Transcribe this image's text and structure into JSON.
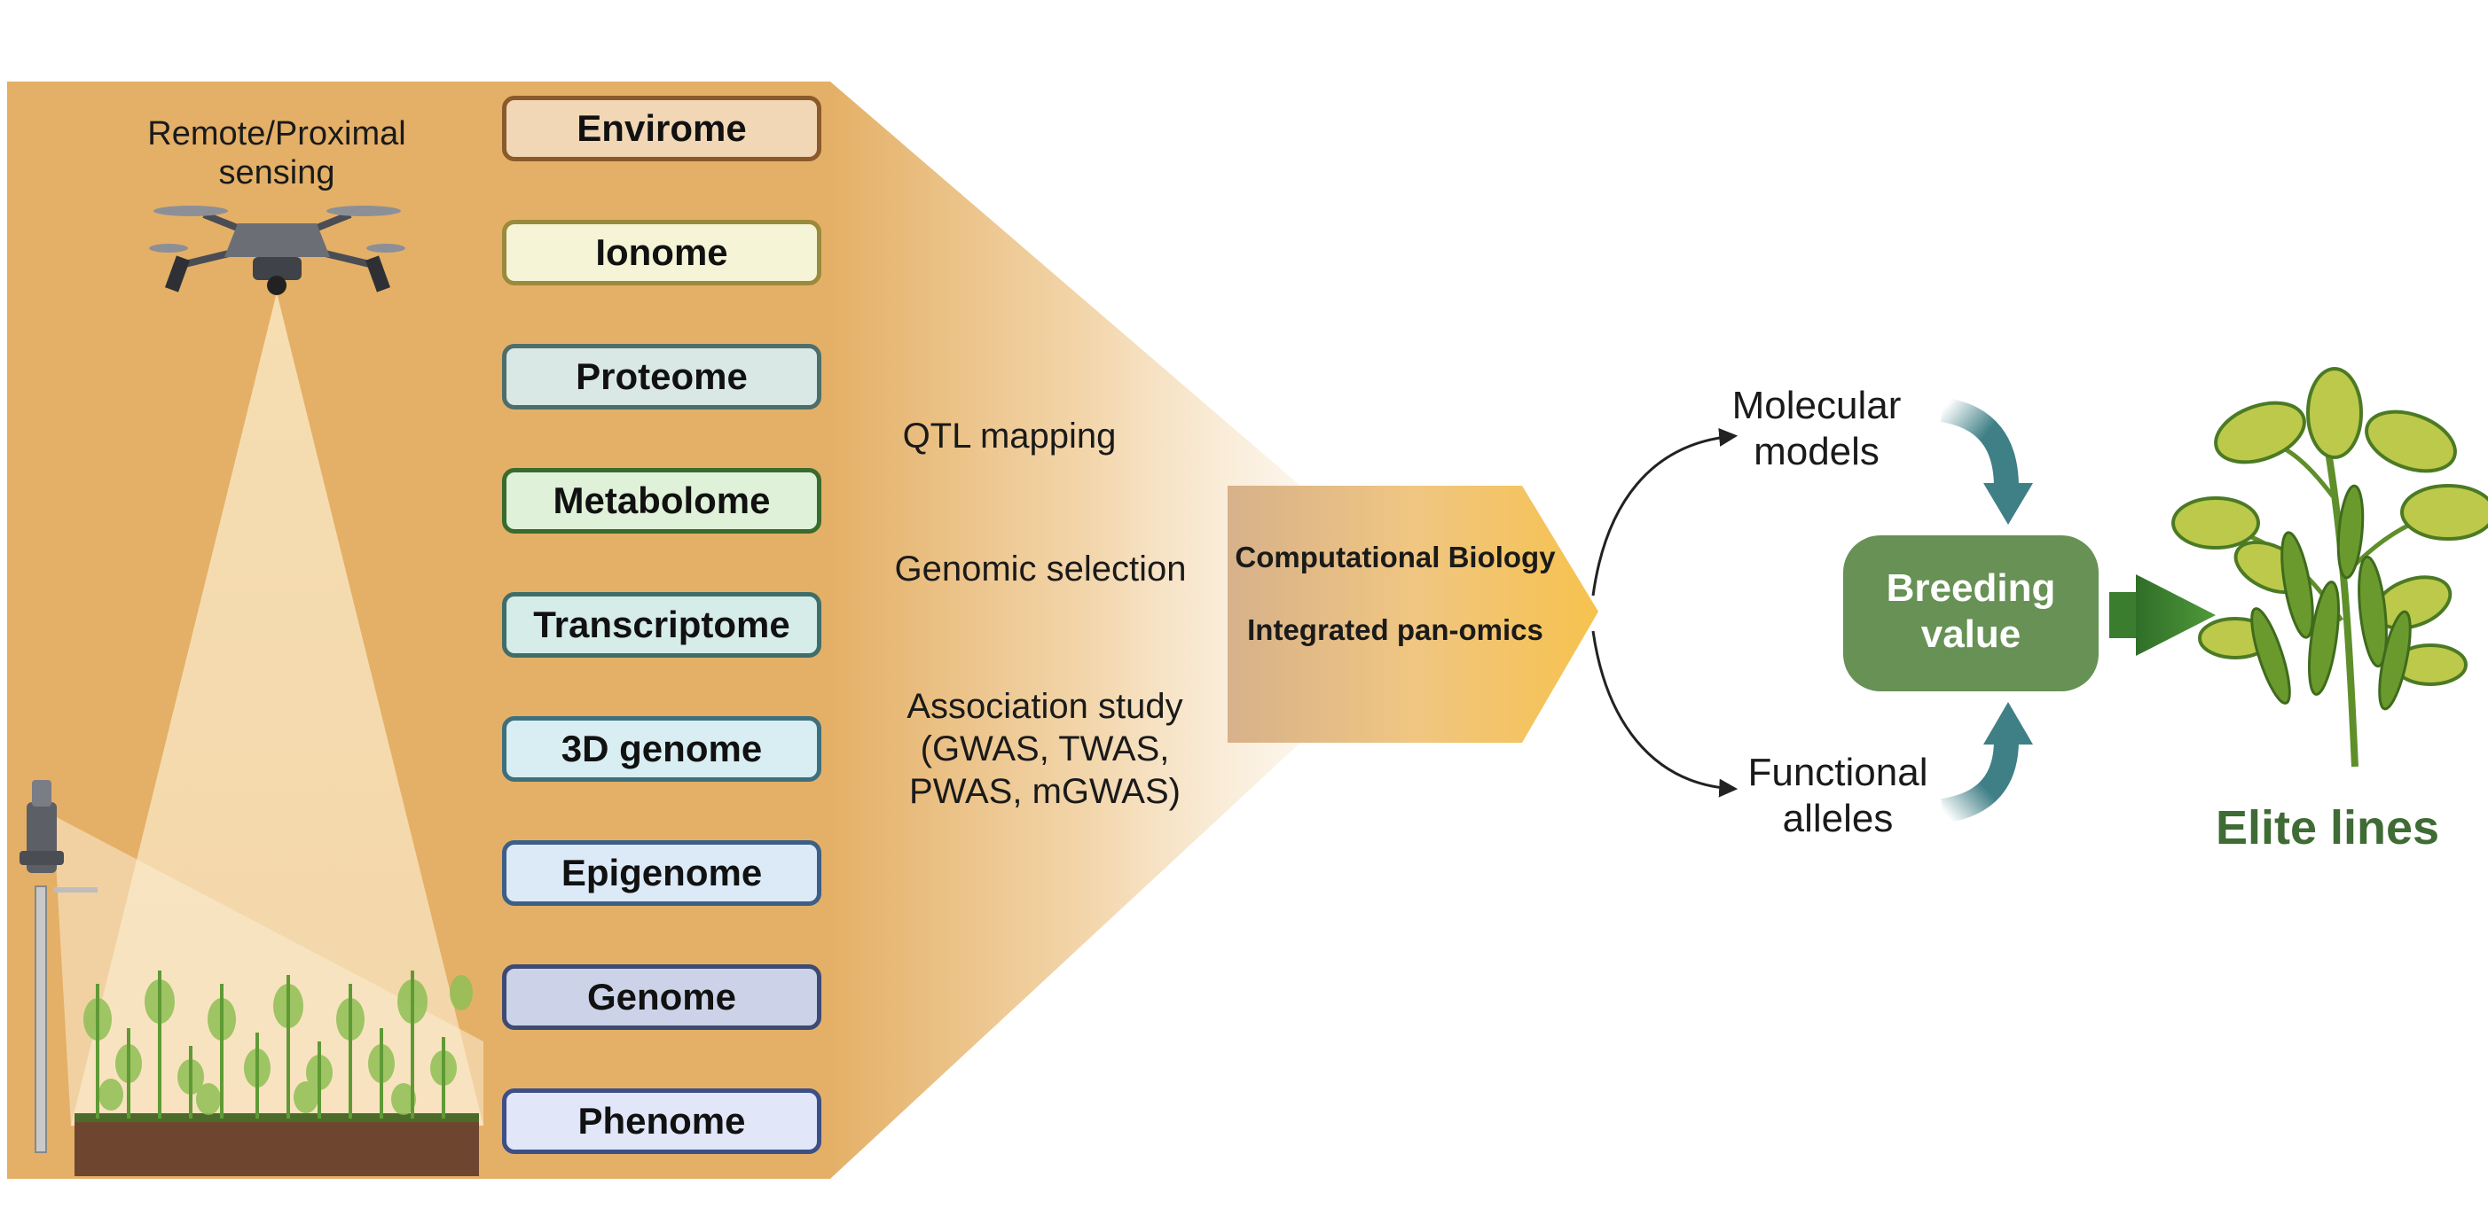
{
  "sensing_label": "Remote/Proximal\nsensing",
  "omics": [
    {
      "label": "Envirome",
      "fill": "#f1d7b6",
      "border": "#8a5a2b"
    },
    {
      "label": "Ionome",
      "fill": "#f5f4d6",
      "border": "#9a8a3c"
    },
    {
      "label": "Proteome",
      "fill": "#d9e8e5",
      "border": "#4d6e6a"
    },
    {
      "label": "Metabolome",
      "fill": "#dff1d8",
      "border": "#3a6b2e"
    },
    {
      "label": "Transcriptome",
      "fill": "#d5ece9",
      "border": "#3f6e68"
    },
    {
      "label": "3D genome",
      "fill": "#d8eef3",
      "border": "#3e6f7d"
    },
    {
      "label": "Epigenome",
      "fill": "#dce9f7",
      "border": "#3d5f86"
    },
    {
      "label": "Genome",
      "fill": "#ccd3e8",
      "border": "#3d4a73"
    },
    {
      "label": "Phenome",
      "fill": "#e1e6f8",
      "border": "#3d4f86"
    }
  ],
  "methods": {
    "qtl": "QTL mapping",
    "genomic_selection": "Genomic selection",
    "association": "Association study\n(GWAS, TWAS,\nPWAS, mGWAS)"
  },
  "computation": {
    "line1": "Computational Biology",
    "line2": "Integrated pan-omics"
  },
  "outputs": {
    "molecular": "Molecular\nmodels",
    "functional": "Functional\nalleles",
    "breeding": "Breeding\nvalue",
    "elite": "Elite lines"
  },
  "colors": {
    "panel": "#e4b067",
    "breeding_box": "#679155",
    "elite_text": "#3f6b35",
    "teal_arrow": "#3f7f86",
    "green_arrow": "#3f8a34"
  }
}
